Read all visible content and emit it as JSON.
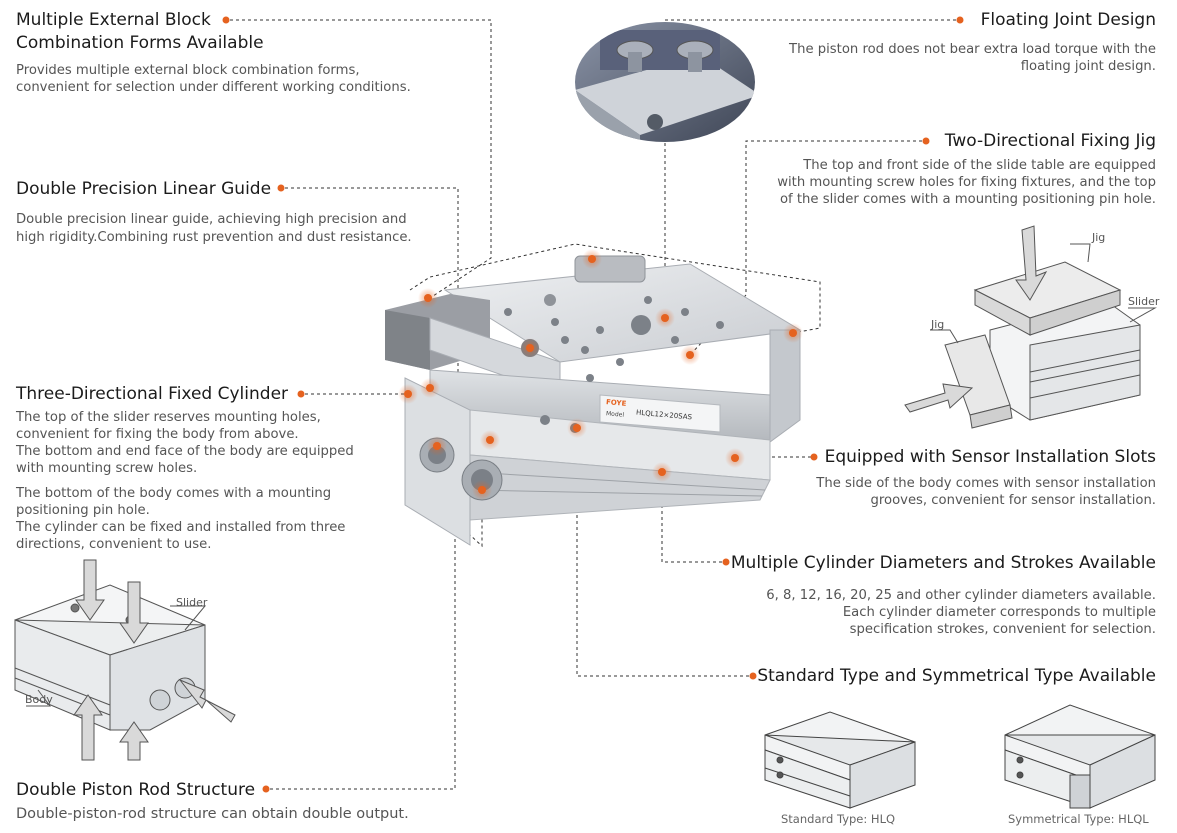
{
  "features": {
    "multi_block": {
      "title_line1": "Multiple External Block",
      "title_line2": "Combination Forms Available",
      "desc_line1": "Provides multiple external block combination forms,",
      "desc_line2": "convenient for selection under different working conditions."
    },
    "linear_guide": {
      "title": "Double Precision Linear Guide",
      "desc_line1": "Double precision linear guide, achieving high precision and",
      "desc_line2": "high rigidity.Combining rust prevention and dust resistance."
    },
    "three_dir": {
      "title": "Three-Directional Fixed Cylinder",
      "desc_lines": [
        "The top of the slider reserves mounting holes,",
        "convenient for fixing the body from above.",
        "The bottom and end face of the body are equipped",
        "with mounting screw holes.",
        "The bottom of the body comes with a mounting",
        "positioning pin hole.",
        "The cylinder can be fixed and installed from three",
        "directions, convenient to use."
      ]
    },
    "double_piston": {
      "title": "Double Piston Rod Structure",
      "desc": "Double-piston-rod structure can obtain double output."
    },
    "floating_joint": {
      "title": "Floating Joint Design",
      "desc_line1": "The piston rod does not bear extra load torque with the",
      "desc_line2": "floating joint design."
    },
    "two_dir_jig": {
      "title": "Two-Directional Fixing Jig",
      "desc_line1": "The top and front side of the slide table are equipped",
      "desc_line2": "with mounting screw holes for fixing fixtures, and the top",
      "desc_line3": "of the slider comes with a mounting positioning pin hole."
    },
    "sensor_slots": {
      "title": "Equipped with Sensor Installation Slots",
      "desc_line1": "The side of the body comes with sensor installation",
      "desc_line2": "grooves, convenient for sensor installation."
    },
    "diameters": {
      "title": "Multiple Cylinder Diameters and Strokes Available",
      "desc_line1": "6, 8, 12, 16, 20, 25 and other cylinder diameters available.",
      "desc_line2": "Each cylinder diameter corresponds to multiple",
      "desc_line3": "specification strokes, convenient for selection."
    },
    "types": {
      "title": "Standard Type and Symmetrical Type Available",
      "caption_standard": "Standard Type: HLQ",
      "caption_symmetric": "Symmetrical Type: HLQL"
    }
  },
  "diagram_labels": {
    "jig_top": "Jig",
    "slider_right": "Slider",
    "jig_left": "Jig",
    "slider_left": "Slider",
    "body": "Body"
  },
  "product_marking": {
    "brand": "FOYE",
    "model_label": "Model",
    "model": "HLQL12×20SAS"
  },
  "colors": {
    "accent": "#e5621f",
    "leader": "#333333",
    "body_metal": "#d6d9dd"
  }
}
